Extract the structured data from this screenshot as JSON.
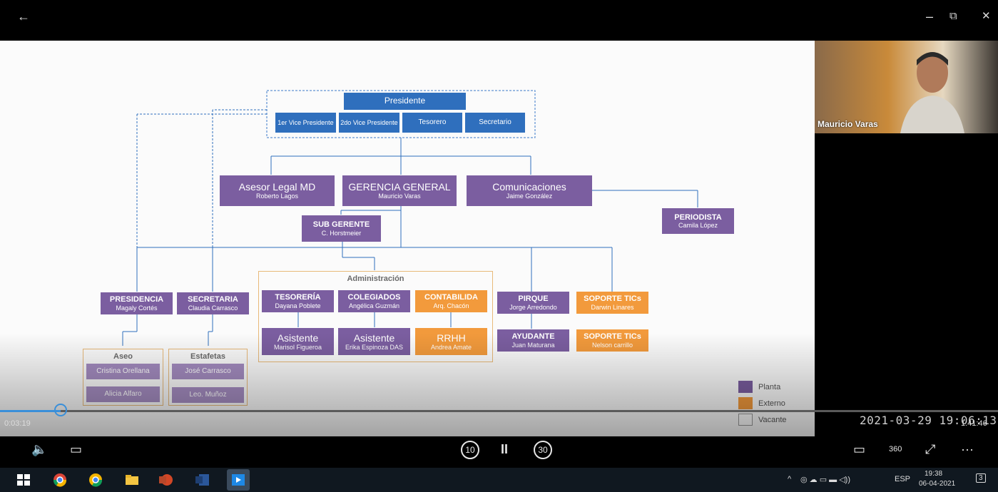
{
  "window": {
    "back_label": "←",
    "minimize_label": "–",
    "restore_label": "⧉",
    "close_label": "✕"
  },
  "org": {
    "presidente": "Presidente",
    "vice1": "1er Vice Presidente",
    "vice2": "2do Vice Presidente",
    "tesorero": "Tesorero",
    "secretario": "Secretario",
    "asesor": {
      "title": "Asesor Legal MD",
      "name": "Roberto Lagos"
    },
    "gerencia": {
      "title": "GERENCIA GENERAL",
      "name": "Mauricio Varas"
    },
    "comunicaciones": {
      "title": "Comunicaciones",
      "name": "Jaime González"
    },
    "periodista": {
      "title": "PERIODISTA",
      "name": "Camila López"
    },
    "subgerente": {
      "title": "SUB GERENTE",
      "name": "C. Horstmeier"
    },
    "presidencia": {
      "title": "PRESIDENCIA",
      "name": "Magaly Cortés"
    },
    "secretaria": {
      "title": "SECRETARIA",
      "name": "Claudia Carrasco"
    },
    "administracion_label": "Administración",
    "tesoreria": {
      "title": "TESORERÍA",
      "name": "Dayana Poblete"
    },
    "colegiados": {
      "title": "COLEGIADOS",
      "name": "Angélica Guzmán"
    },
    "contabilida": {
      "title": "CONTABILIDA",
      "name": "Arq. Chacón"
    },
    "asistente1": {
      "title": "Asistente",
      "name": "Marisol Figueroa"
    },
    "asistente2": {
      "title": "Asistente",
      "name": "Erika Espinoza DAS"
    },
    "rrhh": {
      "title": "RRHH",
      "name": "Andrea Amate"
    },
    "pirque": {
      "title": "PIRQUE",
      "name": "Jorge Arredondo"
    },
    "ayudante": {
      "title": "AYUDANTE",
      "name": "Juan Maturana"
    },
    "soporte1": {
      "title": "SOPORTE TICs",
      "name": "Darwin Linares"
    },
    "soporte2": {
      "title": "SOPORTE TICs",
      "name": "Nelson carrillo"
    },
    "aseo_label": "Aseo",
    "aseo1": "Cristina Orellana",
    "aseo2": "Alicia Alfaro",
    "estafetas_label": "Estafetas",
    "estafetas1": "José Carrasco",
    "estafetas2": "Leo. Muñoz"
  },
  "legend": [
    {
      "label": "Planta",
      "color": "#7b5ea0"
    },
    {
      "label": "Externo",
      "color": "#f29a3c"
    },
    {
      "label": "Vacante",
      "color": "#ffffff"
    }
  ],
  "camera": {
    "participant_name": "Mauricio Varas"
  },
  "player": {
    "elapsed": "0:03:19",
    "total": "1:41:46",
    "progress_fraction": 0.033,
    "timestamp": "2021-03-29 19:06:13",
    "volume_icon": "🔈",
    "captions_icon": "▭",
    "rewind_label": "10",
    "pause_label": "II",
    "forward_label": "30",
    "miniview_icon": "▭",
    "vr_label": "360",
    "fullscreen_icon": "⤢",
    "more_label": "···"
  },
  "taskbar": {
    "tray_up": "^",
    "language": "ESP",
    "clock_time": "19:38",
    "clock_date": "06-04-2021",
    "notification_count": "3"
  }
}
